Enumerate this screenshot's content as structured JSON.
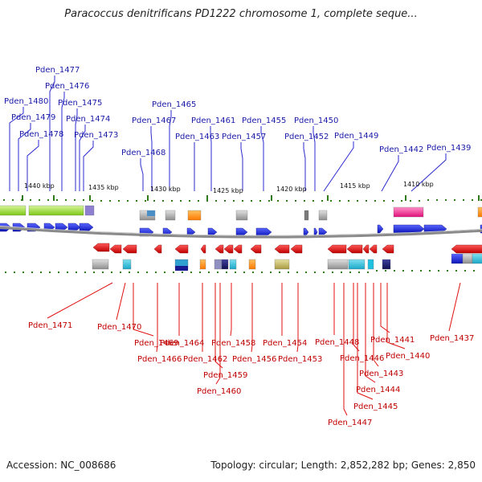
{
  "title": "Paracoccus denitrificans PD1222 chromosome 1, complete seque...",
  "footer": {
    "accession": "Accession: NC_008686",
    "summary": "Topology: circular; Length: 2,852,282 bp; Genes: 2,850"
  },
  "colors": {
    "forward_gene": "#1e2ee8",
    "reverse_gene": "#e41414",
    "forward_label": "#1a1aa8",
    "reverse_label": "#c00000",
    "backbone": "#8a8a8a",
    "tick": "#2e7d1a"
  },
  "scale_labels": [
    "1440 kbp",
    "1435 kbp",
    "1430 kbp",
    "1425 kbp",
    "1420 kbp",
    "1415 kbp",
    "1410 kbp"
  ],
  "forward_labels": [
    "Pden_1480",
    "Pden_1479",
    "Pden_1478",
    "Pden_1477",
    "Pden_1476",
    "Pden_1475",
    "Pden_1474",
    "Pden_1473",
    "Pden_1468",
    "Pden_1467",
    "Pden_1465",
    "Pden_1463",
    "Pden_1461",
    "Pden_1457",
    "Pden_1455",
    "Pden_1452",
    "Pden_1450",
    "Pden_1449",
    "Pden_1442",
    "Pden_1439"
  ],
  "reverse_labels": [
    "Pden_1471",
    "Pden_1470",
    "Pden_1469",
    "Pden_1466",
    "Pden_1464",
    "Pden_1462",
    "Pden_1459",
    "Pden_1460",
    "Pden_1458",
    "Pden_1456",
    "Pden_1454",
    "Pden_1453",
    "Pden_1448",
    "Pden_1447",
    "Pden_1446",
    "Pden_1445",
    "Pden_1444",
    "Pden_1443",
    "Pden_1441",
    "Pden_1440",
    "Pden_1437"
  ]
}
